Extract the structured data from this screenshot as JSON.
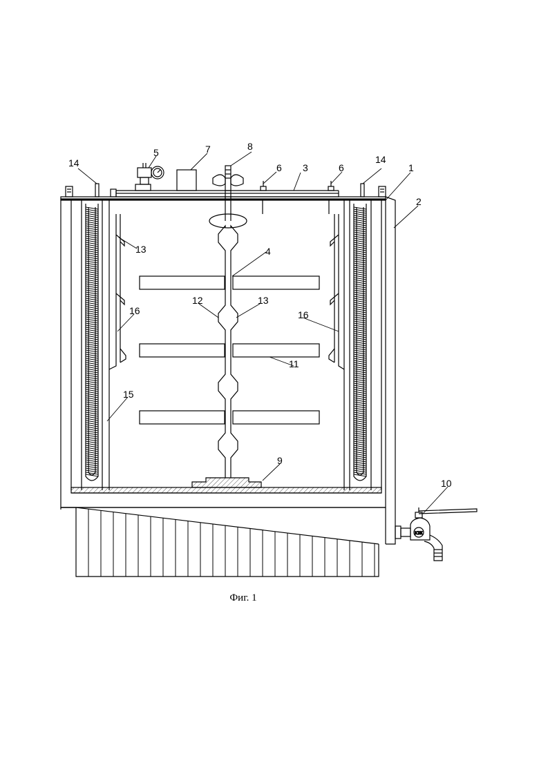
{
  "figure": {
    "caption": "Фиг. 1",
    "line_color": "#000000",
    "hatch_color": "#555555",
    "background": "#ffffff"
  },
  "labels": {
    "l1": "1",
    "l2": "2",
    "l3": "3",
    "l4": "4",
    "l5": "5",
    "l6a": "6",
    "l6b": "6",
    "l7": "7",
    "l8": "8",
    "l9": "9",
    "l10": "10",
    "l11": "11",
    "l12": "12",
    "l13a": "13",
    "l13b": "13",
    "l14a": "14",
    "l14b": "14",
    "l15": "15",
    "l16a": "16",
    "l16b": "16"
  }
}
